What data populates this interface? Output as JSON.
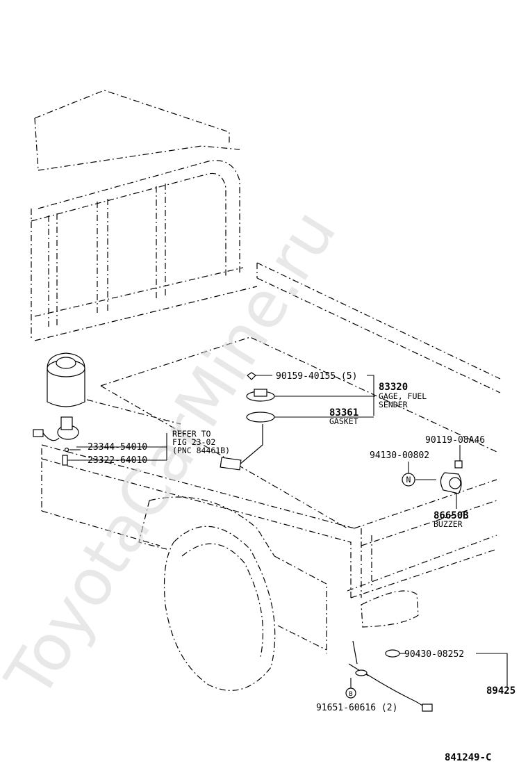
{
  "watermark": "ToyotaCarMine.ru",
  "figure_id": "841249-C",
  "parts": [
    {
      "number": "90159-40155 (5)",
      "desc": ""
    },
    {
      "number": "83320",
      "desc": "GAGE, FUEL SENDER"
    },
    {
      "number": "83361",
      "desc": "GASKET"
    },
    {
      "number": "23344-54010",
      "desc": ""
    },
    {
      "number": "23322-64010",
      "desc": ""
    },
    {
      "number": "90119-08A46",
      "desc": ""
    },
    {
      "number": "94130-00802",
      "desc": ""
    },
    {
      "number": "86650B",
      "desc": "BUZZER"
    },
    {
      "number": "90430-08252",
      "desc": ""
    },
    {
      "number": "89425",
      "desc": ""
    },
    {
      "number": "91651-60616 (2)",
      "desc": ""
    }
  ],
  "gage_desc_line1": "GAGE, FUEL",
  "gage_desc_line2": "SENDER",
  "refer_note": {
    "line1": "REFER TO",
    "line2": "FIG 23-02",
    "line3": "(PNC 84461B)"
  },
  "callout_letter": "N",
  "callout_letter_b": "B"
}
